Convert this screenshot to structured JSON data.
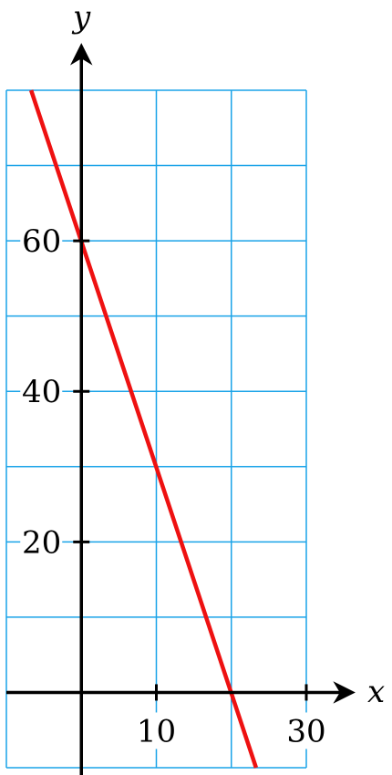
{
  "chart_data": {
    "type": "line",
    "title": "",
    "xlabel": "x",
    "ylabel": "y",
    "xlim": [
      -10,
      30
    ],
    "ylim": [
      -10,
      80
    ],
    "grid": true,
    "grid_color": "#1aa3e8",
    "x_ticks": [
      {
        "value": 10,
        "label": "10"
      },
      {
        "value": 30,
        "label": "30"
      }
    ],
    "y_ticks": [
      {
        "value": 20,
        "label": "20"
      },
      {
        "value": 40,
        "label": "40"
      },
      {
        "value": 60,
        "label": "60"
      }
    ],
    "series": [
      {
        "color": "#ee1111",
        "x": [
          -6.7,
          23.3
        ],
        "y": [
          80,
          -10
        ]
      }
    ]
  }
}
